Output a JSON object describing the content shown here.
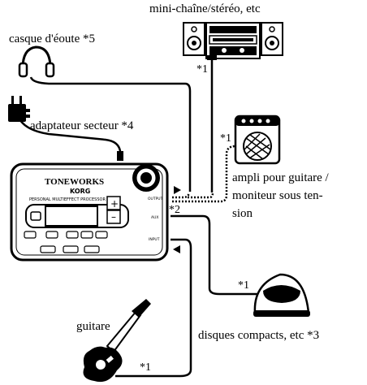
{
  "labels": {
    "mini_chaine": "mini-chaîne/stéréo, etc",
    "casque": "casque d'éoute *5",
    "adaptateur": "adaptateur secteur *4",
    "ampli_line1": "ampli pour guitare /",
    "ampli_line2": "moniteur sous ten-",
    "ampli_line3": "sion",
    "disques": "disques compacts, etc *3",
    "guitare": "guitare"
  },
  "notes": {
    "star1_stereo": "*1",
    "star1_amp": "*1",
    "star2": "*2",
    "star1_cd": "*1",
    "star1_guitar": "*1"
  },
  "device": {
    "brand_line1": "TONEWORKS",
    "brand_line2": "KORG",
    "model": "PERSONAL MULTIEFFECT PROCESSOR",
    "jack_output": "OUTPUT",
    "jack_aux": "AUX",
    "jack_input": "INPUT"
  }
}
